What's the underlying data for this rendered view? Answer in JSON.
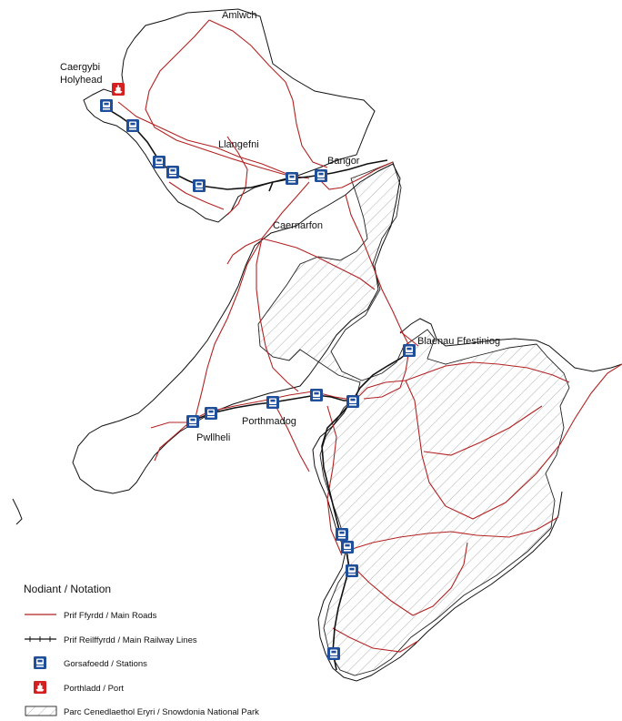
{
  "map": {
    "places": {
      "amlwch": "Amlwch",
      "caergybi": "Caergybi",
      "holyhead": "Holyhead",
      "llangefni": "Llangefni",
      "bangor": "Bangor",
      "caernarfon": "Caernarfon",
      "blaenau": "Blaenau Ffestiniog",
      "porthmadog": "Porthmadog",
      "pwllheli": "Pwllheli"
    },
    "colors": {
      "road": "#b22222",
      "rail": "#111111",
      "station": "#1f4e9a",
      "port": "#d42020",
      "coast": "#111111",
      "park_hatch": "#9a9a9a"
    }
  },
  "legend": {
    "title": "Nodiant / Notation",
    "items": [
      {
        "key": "road",
        "label": "Prif Ffyrdd / Main Roads",
        "icon": "red-line"
      },
      {
        "key": "rail",
        "label": "Prif Reilffyrdd / Main Railway Lines",
        "icon": "railway-line-icon"
      },
      {
        "key": "station",
        "label": "Gorsafoedd / Stations",
        "icon": "train-station-icon"
      },
      {
        "key": "port",
        "label": "Porthladd / Port",
        "icon": "ferry-port-icon"
      },
      {
        "key": "park",
        "label": "Parc Cenedlaethol Eryri / Snowdonia National Park",
        "icon": "hatched-area"
      }
    ]
  }
}
